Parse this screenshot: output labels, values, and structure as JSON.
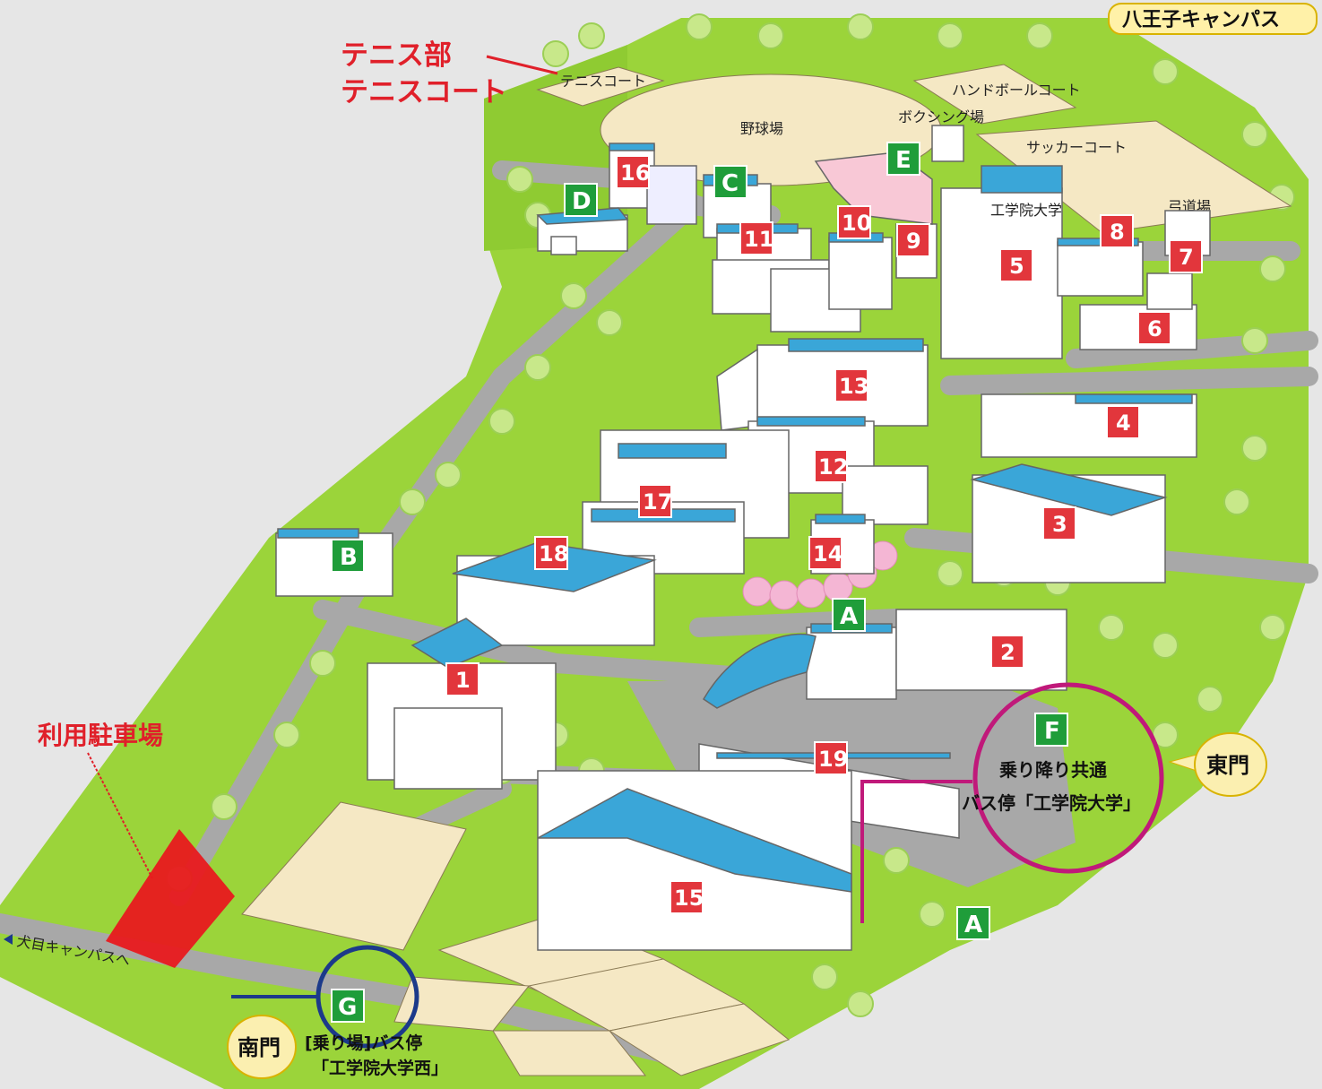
{
  "campus_title": "八王子キャンパス",
  "annotations": {
    "tennis_line1": "テニス部",
    "tennis_line2": "テニスコート",
    "parking": "利用駐車場"
  },
  "areas": {
    "tennis_court": "テニスコート",
    "baseball": "野球場",
    "handball": "ハンドボールコート",
    "boxing": "ボクシング場",
    "soccer": "サッカーコート",
    "kyudo": "弓道場",
    "tower_label": "工学院大学"
  },
  "buildings": [
    "1",
    "2",
    "3",
    "4",
    "5",
    "6",
    "7",
    "8",
    "9",
    "10",
    "11",
    "12",
    "13",
    "14",
    "15",
    "16",
    "17",
    "18",
    "19"
  ],
  "gates": [
    "A",
    "B",
    "C",
    "D",
    "E",
    "F",
    "G",
    "A"
  ],
  "east_gate": {
    "name": "東門",
    "bus_line1": "乗り降り共通",
    "bus_line2": "バス停「工学院大学」"
  },
  "south_gate": {
    "name": "南門",
    "bus_line1": "[乗り場]バス停",
    "bus_line2": "「工学院大学西」"
  },
  "road_label": "犬目キャンパスへ",
  "colors": {
    "grass": "#9bd43a",
    "grass_dark": "#7cbd1f",
    "path": "#a8a8a8",
    "roof": "#3aa6d8",
    "building_marker": "#e2363c",
    "gate_marker": "#1f9d3a",
    "annotation": "#e0202a",
    "bus_circle": "#c0197a",
    "south_circle": "#1c3a8a",
    "gate_bubble": "#fbefb0"
  }
}
